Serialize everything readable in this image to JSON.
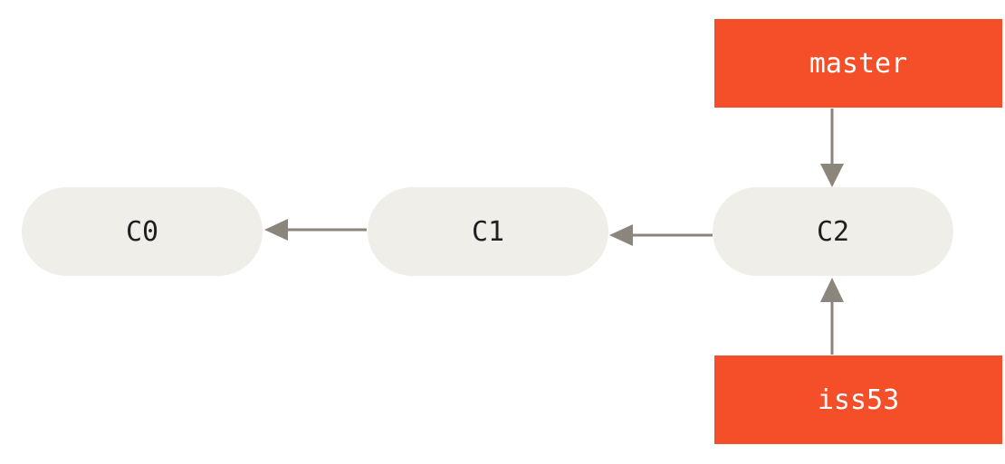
{
  "commits": [
    {
      "label": "C0"
    },
    {
      "label": "C1"
    },
    {
      "label": "C2"
    }
  ],
  "branches": {
    "master": {
      "label": "master"
    },
    "iss53": {
      "label": "iss53"
    }
  },
  "colors": {
    "commit_fill": "#efeee8",
    "branch_fill": "#f44f29",
    "arrow": "#8b857c",
    "commit_text": "#1f1f1f",
    "branch_text": "#ffffff"
  }
}
